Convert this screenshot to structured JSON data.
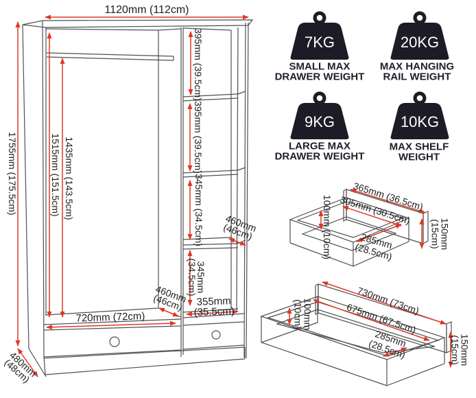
{
  "colors": {
    "dimension_red": "#dd3926",
    "line_gray": "#4f4f4f",
    "icon_black": "#1c1c26",
    "text_black": "#1d1d1d",
    "background": "#ffffff"
  },
  "wardrobe": {
    "width_top": "1120mm (112cm)",
    "height": "1755mm (175.5cm)",
    "interior_height": "1515mm (151.5cm)",
    "rail_height": "1435mm (143.5cm)",
    "shelf1": "395mm (39.5cm)",
    "shelf2": "395mm (39.5cm)",
    "shelf3": "345mm (34.5cm)",
    "shelf4_line1": "345mm",
    "shelf4_line2": "(34.5cm)",
    "shelf_depth_line1": "460mm",
    "shelf_depth_line2": "(46cm)",
    "floor_depth_line1": "460mm",
    "floor_depth_line2": "(46cm)",
    "drawer_width": "720mm (72cm)",
    "right_width_line1": "355mm",
    "right_width_line2": "(35.5cm)",
    "depth_line1": "480mm",
    "depth_line2": "(48cm)"
  },
  "weights": [
    {
      "kg": "7KG",
      "line1": "SMALL MAX",
      "line2": "DRAWER WEIGHT"
    },
    {
      "kg": "20KG",
      "line1": "MAX HANGING",
      "line2": "RAIL WEIGHT"
    },
    {
      "kg": "9KG",
      "line1": "LARGE MAX",
      "line2": "DRAWER WEIGHT"
    },
    {
      "kg": "10KG",
      "line1": "MAX SHELF",
      "line2": "WEIGHT"
    }
  ],
  "small_drawer": {
    "width_outer": "365mm (36.5cm)",
    "width_inner": "305mm (30.5cm)",
    "depth_line1": "285mm",
    "depth_line2": "(28.5cm)",
    "inner_height": "100mm (10cm)",
    "front_height_line1": "150mm",
    "front_height_line2": "(15cm)"
  },
  "large_drawer": {
    "width_outer": "730mm (73cm)",
    "width_inner": "675mm (67.5cm)",
    "depth_line1": "285mm",
    "depth_line2": "(28.5cm)",
    "inner_height_line1": "100mm",
    "inner_height_line2": "(10cm)",
    "front_height_line1": "150mm",
    "front_height_line2": "(15cm)"
  }
}
